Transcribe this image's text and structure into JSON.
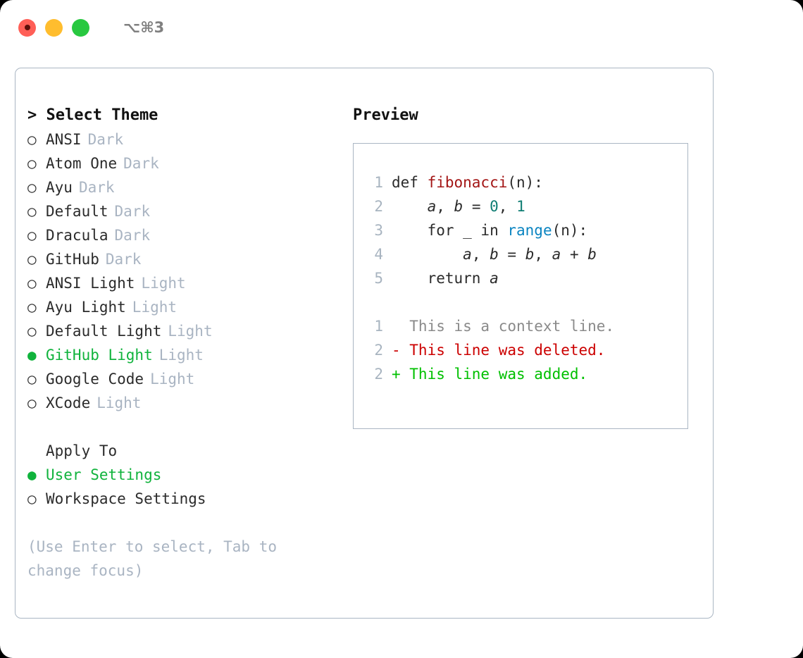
{
  "titlebar": {
    "shortcut": "⌥⌘3",
    "lights": [
      "close-red",
      "minimize-yellow",
      "zoom-green"
    ]
  },
  "theme_picker": {
    "heading": "> Select Theme",
    "selected_bullet": "●",
    "unselected_bullet": "○",
    "items": [
      {
        "name": "ANSI",
        "tag": "Dark",
        "selected": false
      },
      {
        "name": "Atom One",
        "tag": "Dark",
        "selected": false
      },
      {
        "name": "Ayu",
        "tag": "Dark",
        "selected": false
      },
      {
        "name": "Default",
        "tag": "Dark",
        "selected": false
      },
      {
        "name": "Dracula",
        "tag": "Dark",
        "selected": false
      },
      {
        "name": "GitHub",
        "tag": "Dark",
        "selected": false
      },
      {
        "name": "ANSI Light",
        "tag": "Light",
        "selected": false
      },
      {
        "name": "Ayu Light",
        "tag": "Light",
        "selected": false
      },
      {
        "name": "Default Light",
        "tag": "Light",
        "selected": false
      },
      {
        "name": "GitHub Light",
        "tag": "Light",
        "selected": true
      },
      {
        "name": "Google Code",
        "tag": "Light",
        "selected": false
      },
      {
        "name": "XCode",
        "tag": "Light",
        "selected": false
      }
    ]
  },
  "apply_to": {
    "label": "Apply To",
    "items": [
      {
        "name": "User Settings",
        "selected": true
      },
      {
        "name": "Workspace Settings",
        "selected": false
      }
    ]
  },
  "help": {
    "text": "(Use Enter to select, Tab to change focus)"
  },
  "preview": {
    "heading": "Preview",
    "code_lines": [
      {
        "no": "1",
        "segments": [
          {
            "text": "def ",
            "style": "plain"
          },
          {
            "text": "fibonacci",
            "style": "fn"
          },
          {
            "text": "(n):",
            "style": "plain"
          }
        ]
      },
      {
        "no": "2",
        "segments": [
          {
            "text": "    ",
            "style": "plain"
          },
          {
            "text": "a",
            "style": "var"
          },
          {
            "text": ", ",
            "style": "plain"
          },
          {
            "text": "b",
            "style": "var"
          },
          {
            "text": " = ",
            "style": "plain"
          },
          {
            "text": "0",
            "style": "num"
          },
          {
            "text": ", ",
            "style": "plain"
          },
          {
            "text": "1",
            "style": "num"
          }
        ]
      },
      {
        "no": "3",
        "segments": [
          {
            "text": "    for _ in ",
            "style": "plain"
          },
          {
            "text": "range",
            "style": "call"
          },
          {
            "text": "(n):",
            "style": "plain"
          }
        ]
      },
      {
        "no": "4",
        "segments": [
          {
            "text": "        ",
            "style": "plain"
          },
          {
            "text": "a",
            "style": "var"
          },
          {
            "text": ", ",
            "style": "plain"
          },
          {
            "text": "b",
            "style": "var"
          },
          {
            "text": " = ",
            "style": "plain"
          },
          {
            "text": "b",
            "style": "var"
          },
          {
            "text": ", ",
            "style": "plain"
          },
          {
            "text": "a",
            "style": "var"
          },
          {
            "text": " + ",
            "style": "plain"
          },
          {
            "text": "b",
            "style": "var"
          }
        ]
      },
      {
        "no": "5",
        "segments": [
          {
            "text": "    return ",
            "style": "plain"
          },
          {
            "text": "a",
            "style": "var"
          }
        ]
      }
    ],
    "diff_lines": [
      {
        "no": "1",
        "marker": " ",
        "text": "This is a context line.",
        "kind": "context"
      },
      {
        "no": "2",
        "marker": "-",
        "text": "This line was deleted.",
        "kind": "deleted"
      },
      {
        "no": "2",
        "marker": "+",
        "text": "This line was added.",
        "kind": "added"
      }
    ]
  },
  "colors": {
    "accent_green": "#10b33c",
    "muted": "#a9b4c2",
    "border": "#aab6c3",
    "text": "#2b2b2b",
    "diff_deleted": "#cc0000",
    "diff_added": "#00c000",
    "syntax_function": "#a31515",
    "syntax_number": "#0f7d73",
    "syntax_call": "#0a84c1"
  }
}
